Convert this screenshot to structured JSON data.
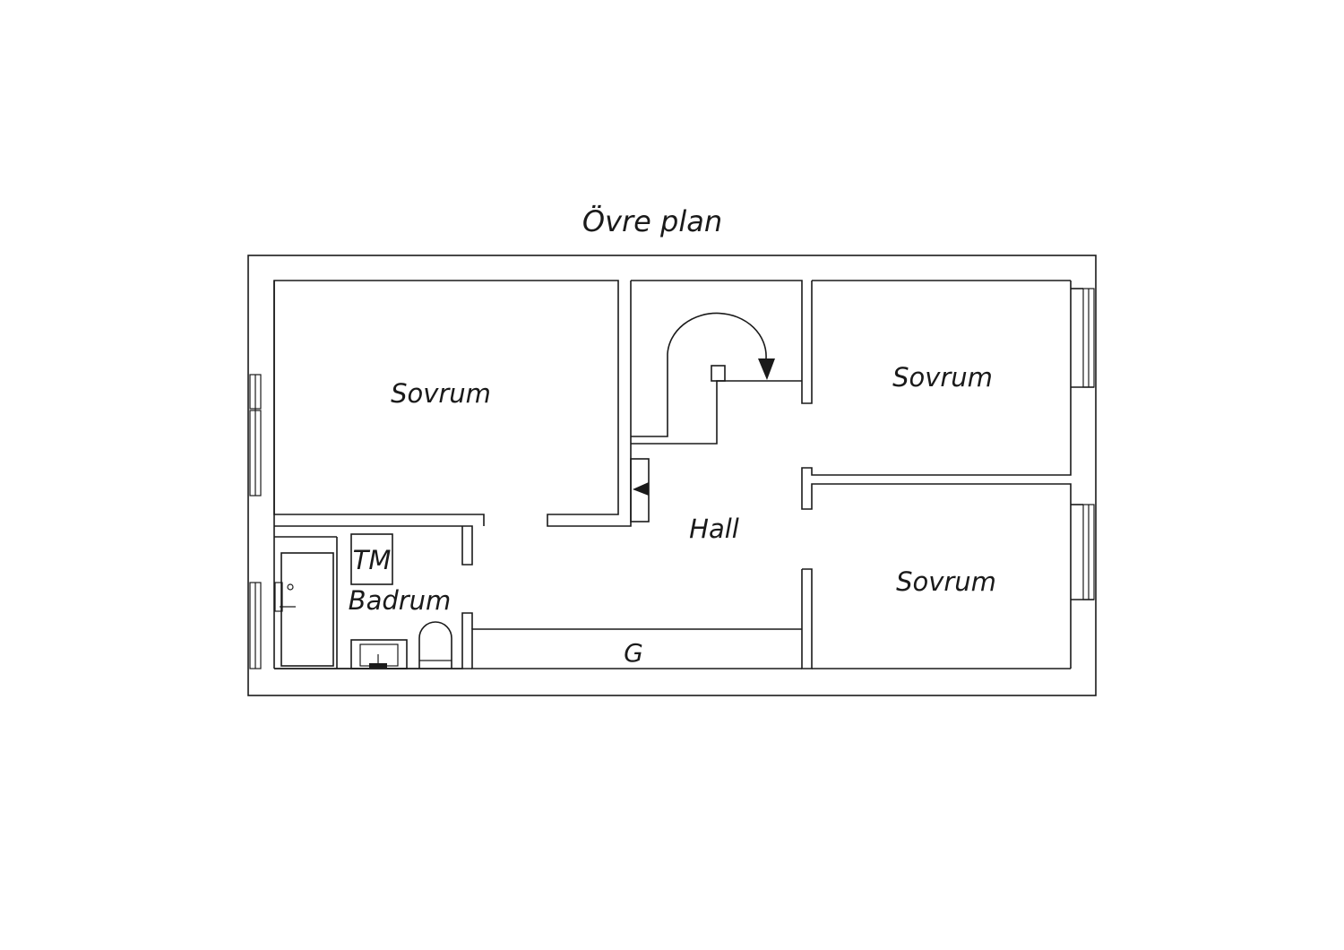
{
  "title": "Övre plan",
  "rooms": {
    "bedroom_left": "Sovrum",
    "bedroom_top_right": "Sovrum",
    "bedroom_bottom_right": "Sovrum",
    "hall": "Hall",
    "bathroom": "Badrum",
    "washer": "TM",
    "wardrobe": "G"
  },
  "colors": {
    "line": "#1a1a1a",
    "background": "#ffffff"
  }
}
